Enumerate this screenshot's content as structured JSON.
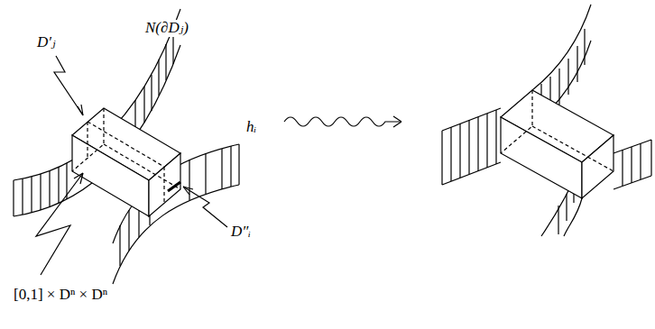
{
  "diagram": {
    "labels": [
      "D′ⱼ",
      "N(∂Dⱼ)",
      "hᵢ",
      "D″ᵢ",
      "[0,1] × Dⁿ × Dⁿ"
    ]
  }
}
